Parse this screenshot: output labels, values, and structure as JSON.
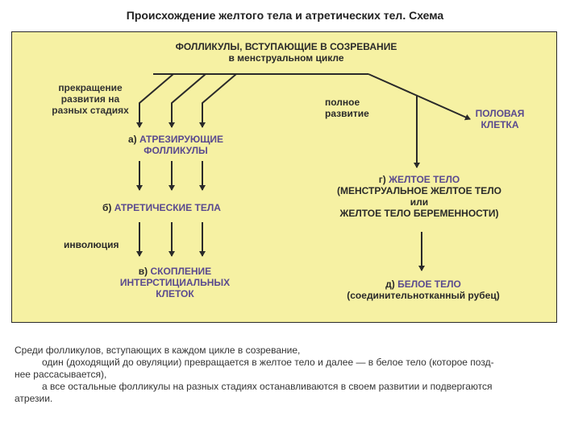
{
  "title": "Происхождение желтого тела и атретических тел. Схема",
  "diagram": {
    "top_line1": "ФОЛЛИКУЛЫ, ВСТУПАЮЩИЕ В СОЗРЕВАНИЕ",
    "top_line2": "в менструальном  цикле",
    "stop_line1": "прекращение",
    "stop_line2": "развития на",
    "stop_line3": "разных стадиях",
    "full_line1": "полное",
    "full_line2": "развитие",
    "sex_line1": "ПОЛОВАЯ",
    "sex_line2": "КЛЕТКА",
    "a_prefix": "а)",
    "a_line1": "АТРЕЗИРУЮЩИЕ",
    "a_line2": "ФОЛЛИКУЛЫ",
    "b_prefix": "б)",
    "b_line1": "АТРЕТИЧЕСКИЕ ТЕЛА",
    "involution": "инволюция",
    "v_prefix": "в)",
    "v_line1": "СКОПЛЕНИЕ",
    "v_line2": "ИНТЕРСТИЦИАЛЬНЫХ",
    "v_line3": "КЛЕТОК",
    "g_prefix": "г)",
    "g_line1": "ЖЕЛТОЕ ТЕЛО",
    "g_line2": "(МЕНСТРУАЛЬНОЕ ЖЕЛТОЕ ТЕЛО",
    "g_line3": "или",
    "g_line4": "ЖЕЛТОЕ ТЕЛО БЕРЕМЕННОСТИ)",
    "d_prefix": "д)",
    "d_line1": "БЕЛОЕ ТЕЛО",
    "d_line2": "(соединительнотканный рубец)"
  },
  "caption": {
    "line1": "Среди фолликулов, вступающих в каждом цикле в созревание,",
    "line2": "один (доходящий до овуляции) превращается в желтое тело и далее — в белое  тело (которое позд-",
    "line3": "нее рассасывается),",
    "line4": "а все остальные фолликулы на разных стадиях останавливаются в своем развитии и подвергаются",
    "line5": "атрезии."
  }
}
